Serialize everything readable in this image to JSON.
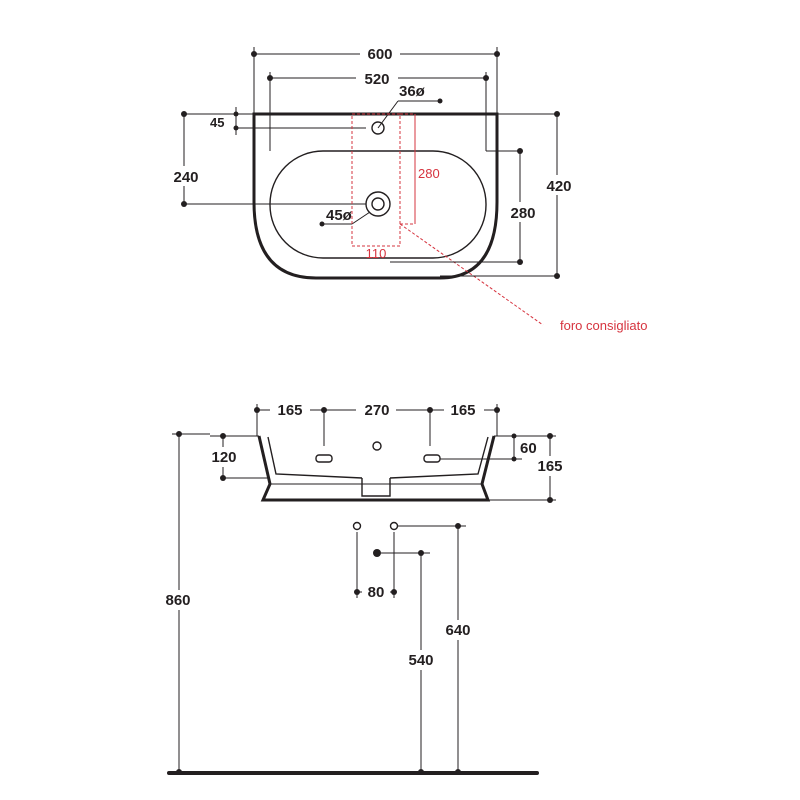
{
  "colors": {
    "ink": "#231f20",
    "recommended_hole": "#d6343f"
  },
  "top_view": {
    "overall_width": "600",
    "inner_width": "520",
    "tap_hole_diameter": "36ø",
    "tap_hole_offset": "45",
    "drain_from_back": "240",
    "recommended_hole_height": "280",
    "drain_diameter": "45ø",
    "basin_depth_inner": "280",
    "overall_depth": "420",
    "recommended_hole_width": "110",
    "recommended_hole_label": "foro consigliato"
  },
  "front_view": {
    "left_offset": "165",
    "center_spacing": "270",
    "right_offset": "165",
    "overflow_height": "120",
    "top_to_holes": "60",
    "total_height": "165",
    "waste_spacing": "80",
    "mounting_height": "860",
    "supply_height": "640",
    "waste_height": "540"
  }
}
